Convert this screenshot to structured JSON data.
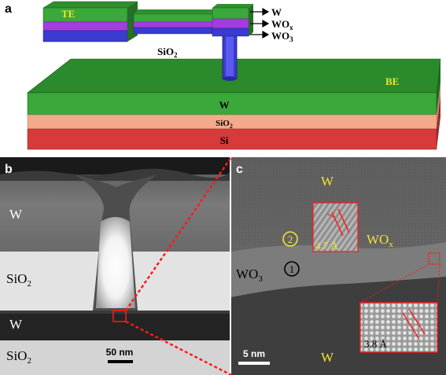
{
  "panel_a": {
    "letter": "a",
    "te_label": "TE",
    "be_label": "BE",
    "layer_labels": {
      "w": "W",
      "wox_main": "WO",
      "wox_sub": "x",
      "wo3_main": "WO",
      "wo3_sub": "3"
    },
    "sio2_main": "SiO",
    "sio2_sub": "2",
    "stack": {
      "w": "W",
      "sio2_main": "SiO",
      "sio2_sub": "2",
      "si": "Si"
    },
    "colors": {
      "w_green": "#2f9a2f",
      "wox_purple": "#a33de0",
      "wo3_blue": "#3b3bd0",
      "sio2_peach": "#f4a98a",
      "si_red": "#d63a3a"
    }
  },
  "panel_b": {
    "letter": "b",
    "labels": {
      "w_top": "W",
      "sio2_mid_main": "SiO",
      "sio2_mid_sub": "2",
      "w_bottom": "W",
      "sio2_bottom_main": "SiO",
      "sio2_bottom_sub": "2"
    },
    "scale_bar": "50 nm"
  },
  "panel_c": {
    "letter": "c",
    "labels": {
      "w_top": "W",
      "wox_main": "WO",
      "wox_sub": "x",
      "wo3_main": "WO",
      "wo3_sub": "3",
      "w_bottom": "W"
    },
    "circle_1": "1",
    "circle_2": "2",
    "spacing_1": "4.7 Å",
    "spacing_2": "3.8 Å",
    "scale_bar": "5 nm"
  }
}
